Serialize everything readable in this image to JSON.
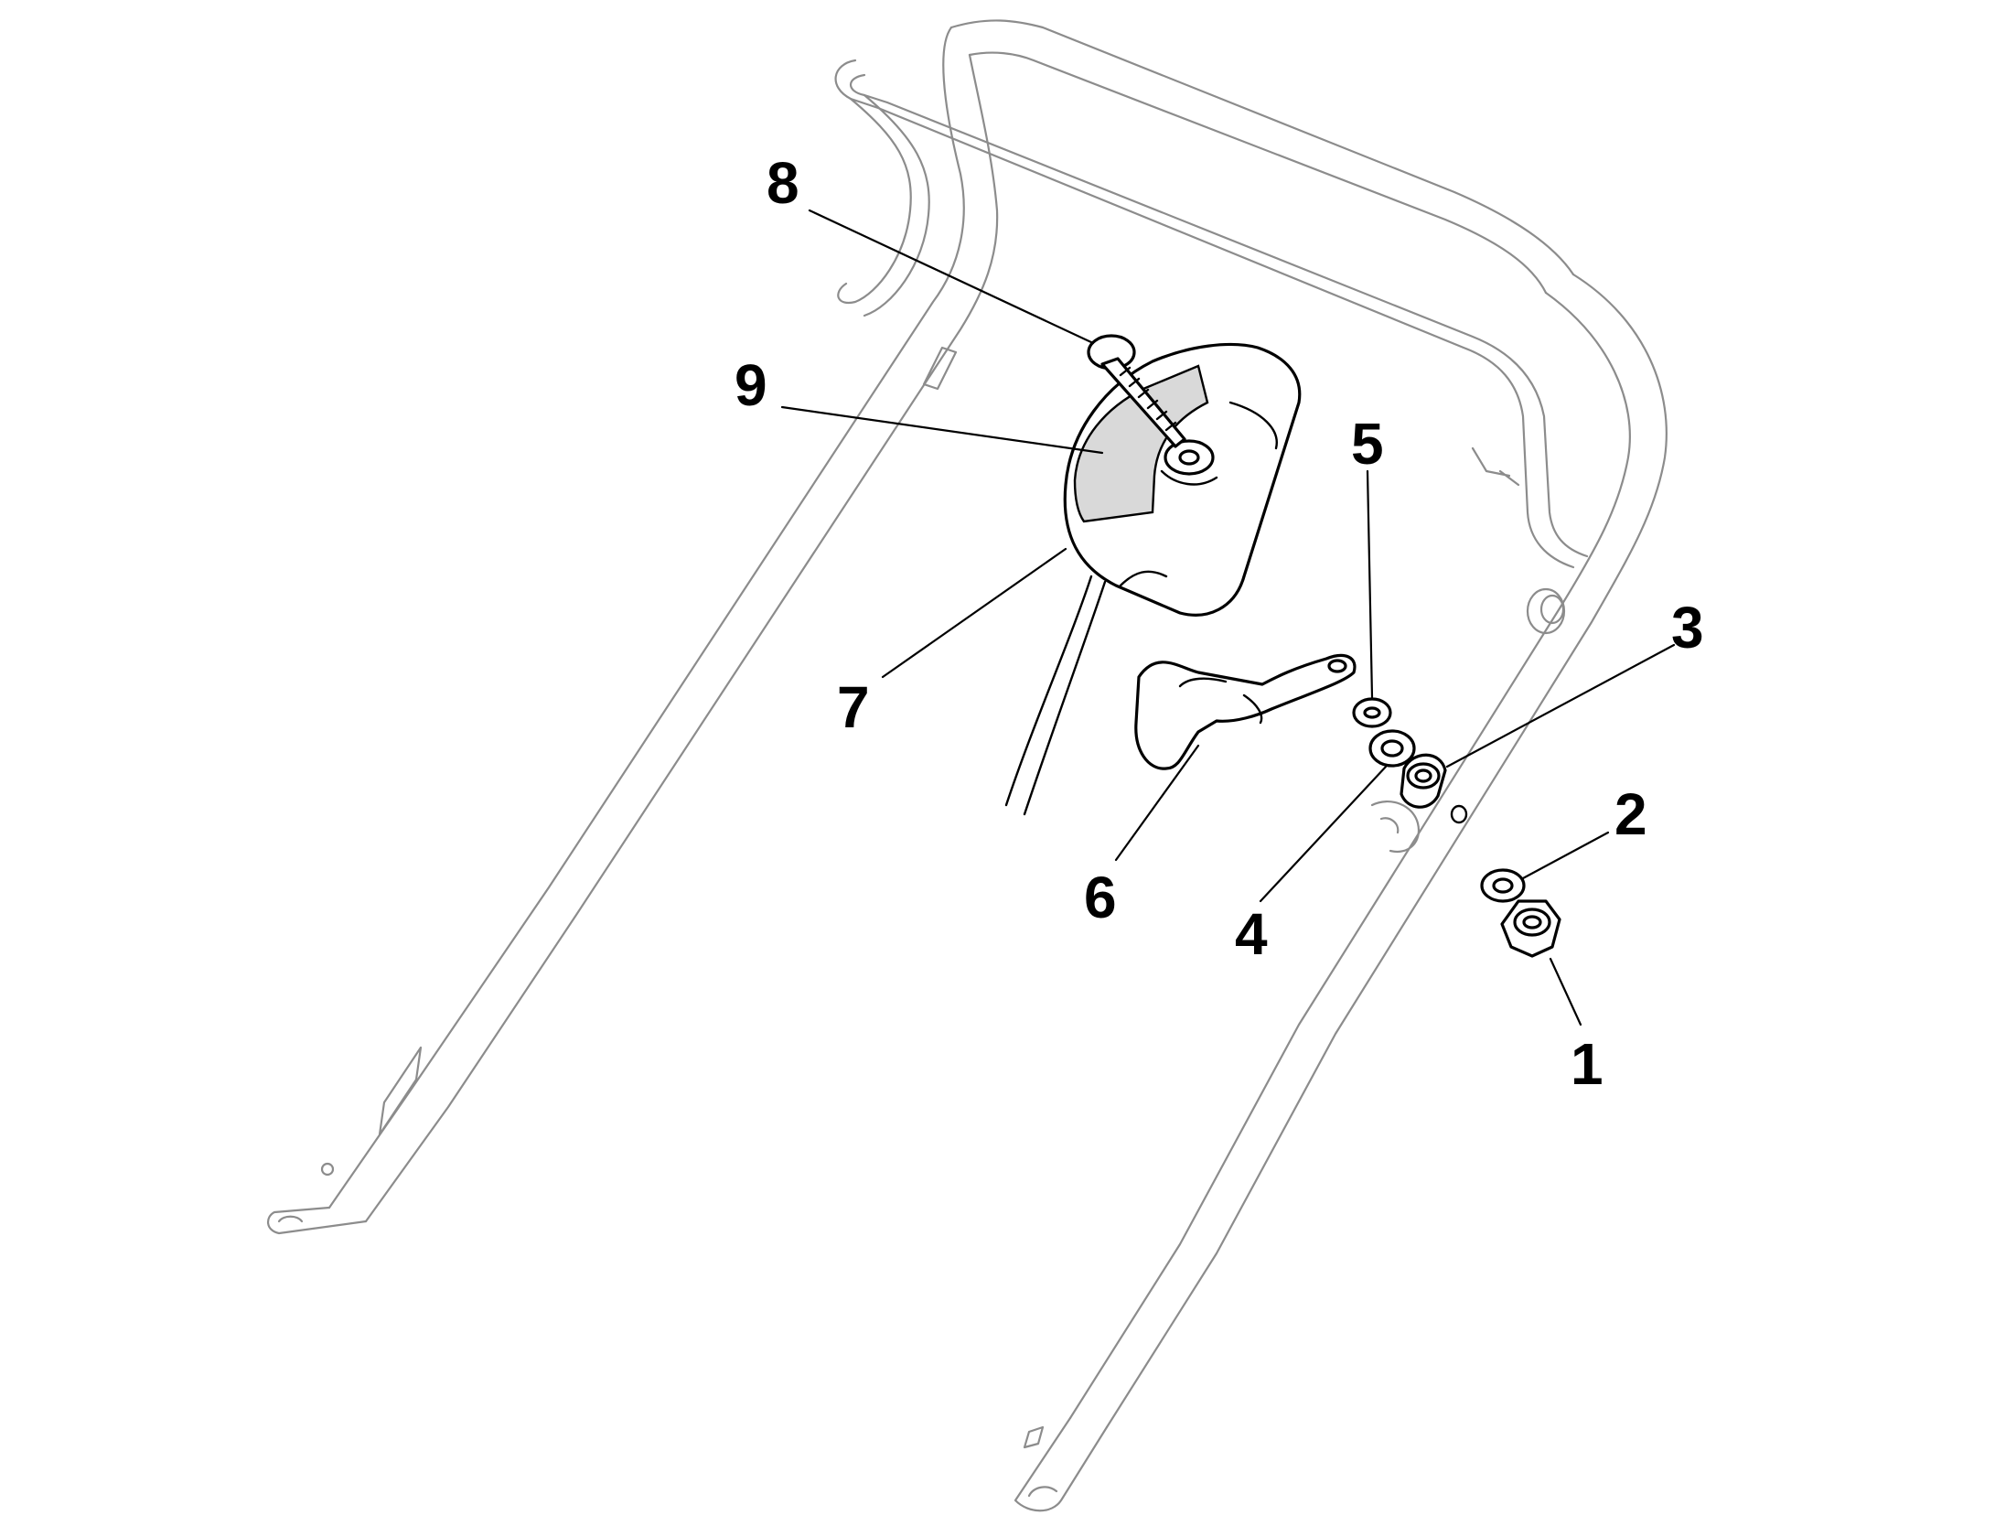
{
  "callouts": [
    {
      "id": "1",
      "label": "1"
    },
    {
      "id": "2",
      "label": "2"
    },
    {
      "id": "3",
      "label": "3"
    },
    {
      "id": "4",
      "label": "4"
    },
    {
      "id": "5",
      "label": "5"
    },
    {
      "id": "6",
      "label": "6"
    },
    {
      "id": "7",
      "label": "7"
    },
    {
      "id": "8",
      "label": "8"
    },
    {
      "id": "9",
      "label": "9"
    }
  ],
  "colors": {
    "frame_stroke": "#8c8c8c",
    "part_stroke": "#000000",
    "shade_fill": "#d9d9d9",
    "background": "#ffffff"
  }
}
